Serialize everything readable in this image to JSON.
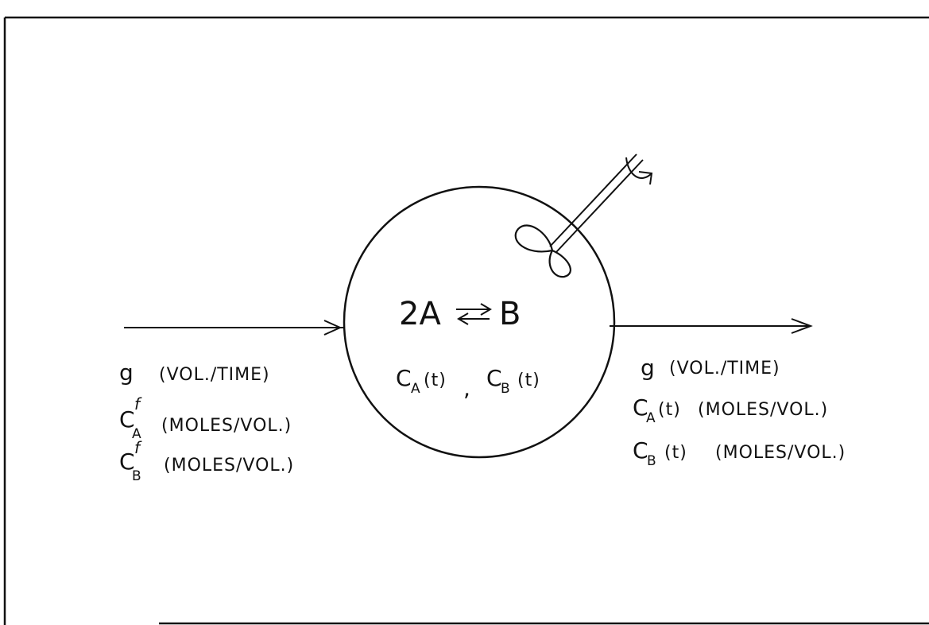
{
  "reaction": {
    "lhs": "2A",
    "rhs": "B"
  },
  "vessel": {
    "conc_a": {
      "sym": "C",
      "sub": "A",
      "arg": "(t)"
    },
    "separator": ",",
    "conc_b": {
      "sym": "C",
      "sub": "B",
      "arg": "(t)"
    }
  },
  "inlet": {
    "flow_symbol": "g",
    "flow_units": "(VOL./TIME)",
    "feed_a": {
      "sym": "C",
      "sup": "f",
      "sub": "A",
      "units": "(MOLES/VOL.)"
    },
    "feed_b": {
      "sym": "C",
      "sup": "f",
      "sub": "B",
      "units": "(MOLES/VOL.)"
    }
  },
  "outlet": {
    "flow_symbol": "g",
    "flow_units": "(VOL./TIME)",
    "out_a": {
      "sym": "C",
      "sub": "A",
      "arg": "(t)",
      "units": "(MOLES/VOL.)"
    },
    "out_b": {
      "sym": "C",
      "sub": "B",
      "arg": "(t)",
      "units": "(MOLES/VOL.)"
    }
  },
  "icons": {
    "stirrer": "impeller-icon",
    "rotation": "rotation-arrow-icon"
  }
}
